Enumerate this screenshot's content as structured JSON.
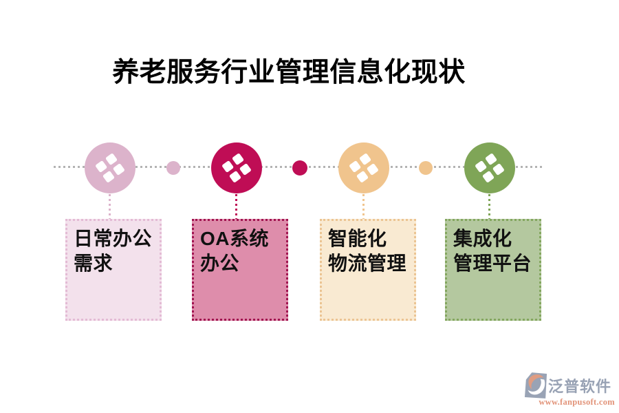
{
  "title": "养老服务行业管理信息化现状",
  "timeline": {
    "line_color": "#b3b3b3",
    "items": [
      {
        "label": "日常办公\n需求",
        "circle_color": "#dcb3cb",
        "box_bg": "#f3e1ec",
        "box_border": "#e3bad4"
      },
      {
        "label": "OA系统\n办公",
        "circle_color": "#bf0d55",
        "box_bg": "#de8dab",
        "box_border": "#a11450"
      },
      {
        "label": "智能化\n物流管理",
        "circle_color": "#f0c48d",
        "box_bg": "#f9ead2",
        "box_border": "#ebc493"
      },
      {
        "label": "集成化\n管理平台",
        "circle_color": "#7fa557",
        "box_bg": "#b4c89f",
        "box_border": "#83a65e"
      }
    ],
    "connector_dots": [
      "#dcb3cb",
      "#bf0d55",
      "#f0c48d"
    ]
  },
  "watermark": {
    "brand": "泛普软件",
    "url": "www.fanpusoft.com",
    "brand_color": "#98a2b4",
    "url_color": "#e2947a",
    "icon_gray": "#99a3b5",
    "icon_orange": "#df9c82"
  }
}
